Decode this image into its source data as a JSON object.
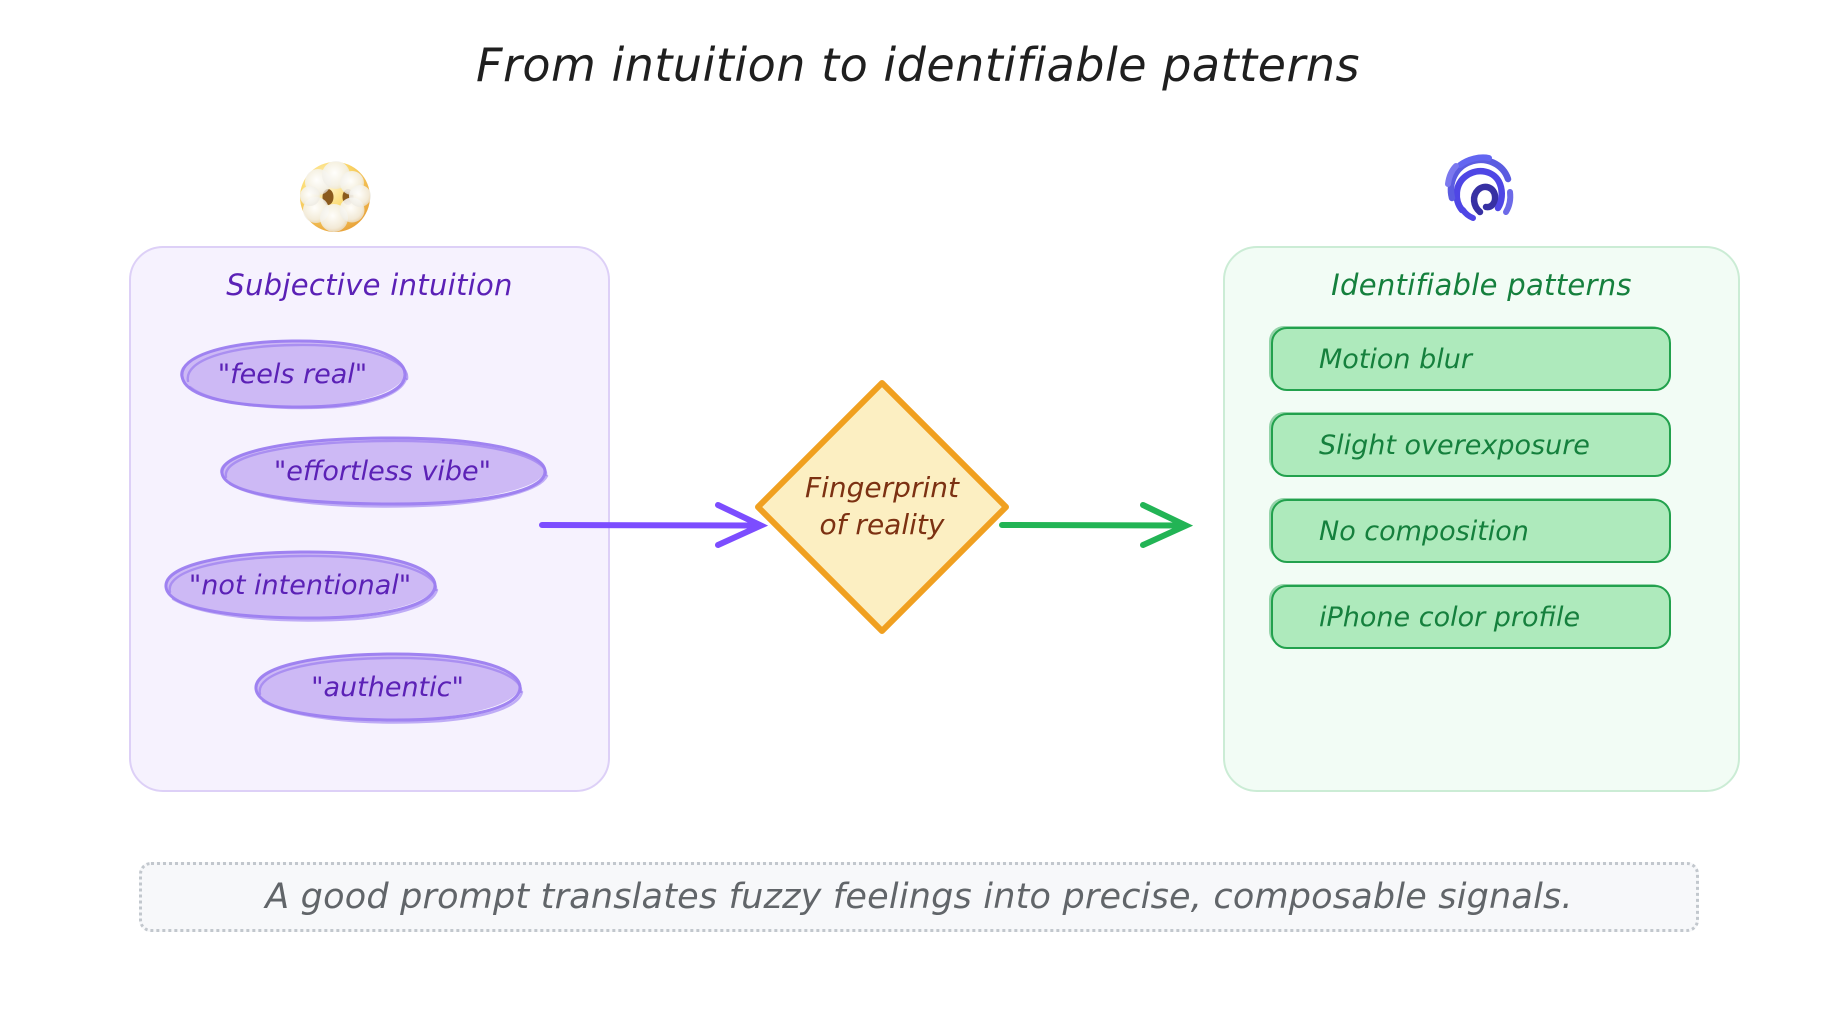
{
  "title": "From intuition to identifiable patterns",
  "colors": {
    "left_panel_bg": "#f6f2fe",
    "left_panel_border": "#ddd0f7",
    "left_accent": "#5b21b6",
    "ellipse_fill": "#cdb9f5",
    "ellipse_stroke": "#8b5cf6",
    "arrow_left": "#7c4dff",
    "diamond_fill": "#fcefc2",
    "diamond_border": "#f0a020",
    "diamond_text": "#7c3112",
    "arrow_right": "#22b455",
    "right_panel_bg": "#f2fcf5",
    "right_panel_border": "#cbecd5",
    "right_accent": "#15803d",
    "chip_fill": "#aeeabc",
    "chip_border": "#22a14d",
    "caption_bg": "#f7f8fa",
    "caption_border": "#c2c7cd",
    "caption_text": "#616569"
  },
  "left_panel": {
    "title": "Subjective intuition",
    "icon": "face-in-clouds-emoji",
    "items": [
      {
        "label": "\"feels real\""
      },
      {
        "label": "\"effortless vibe\""
      },
      {
        "label": "\"not intentional\""
      },
      {
        "label": "\"authentic\""
      }
    ]
  },
  "decision": {
    "label": "Fingerprint\nof reality"
  },
  "right_panel": {
    "title": "Identifiable patterns",
    "icon": "fingerprint-emoji",
    "items": [
      {
        "label": "Motion blur"
      },
      {
        "label": "Slight overexposure"
      },
      {
        "label": "No composition"
      },
      {
        "label": "iPhone color profile"
      }
    ]
  },
  "footer": {
    "caption": "A good prompt translates fuzzy feelings into precise, composable signals."
  }
}
